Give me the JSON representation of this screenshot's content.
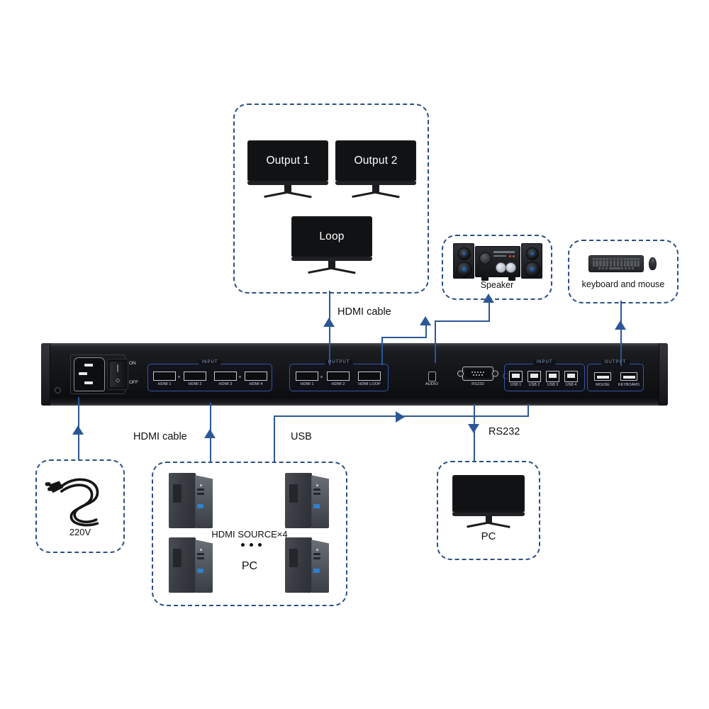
{
  "diagram": {
    "title": "HDMI KVM Switch Connection Diagram",
    "accent_color": "#2b5797",
    "dash_color": "#2b4f86"
  },
  "cable_labels": {
    "hdmi_top": "HDMI cable",
    "hdmi_bottom": "HDMI cable",
    "usb": "USB",
    "rs232": "RS232"
  },
  "groups": {
    "displays": {
      "name": "displays-group",
      "monitors": [
        {
          "label": "Output 1"
        },
        {
          "label": "Output 2"
        },
        {
          "label": "Loop"
        }
      ]
    },
    "speaker": {
      "label": "Speaker"
    },
    "keyboard_mouse": {
      "label": "keyboard and mouse"
    },
    "power": {
      "label": "220V"
    },
    "sources": {
      "label_source": "HDMI SOURCE×4",
      "label_pc": "PC",
      "count": 4
    },
    "control_pc": {
      "label": "PC"
    }
  },
  "device": {
    "power": {
      "switch_on": "ON",
      "switch_off": "OFF"
    },
    "input_group": {
      "title": "INPUT",
      "ports": [
        "HDMI 1",
        "HDMI 2",
        "HDMI 3",
        "HDMI 4"
      ]
    },
    "output_group": {
      "title": "OUTPUT",
      "ports": [
        "HDMI 1",
        "HDMI 2",
        "HDMI LOOP"
      ]
    },
    "audio": {
      "label": "AUDIO"
    },
    "serial": {
      "label": "RS232"
    },
    "usb_input_group": {
      "title": "INPUT",
      "ports": [
        "USB 1",
        "USB 2",
        "USB 3",
        "USB 4"
      ]
    },
    "usb_output_group": {
      "title": "OUTPUT",
      "ports": [
        "MOUSE",
        "KEYBOARD"
      ]
    }
  }
}
